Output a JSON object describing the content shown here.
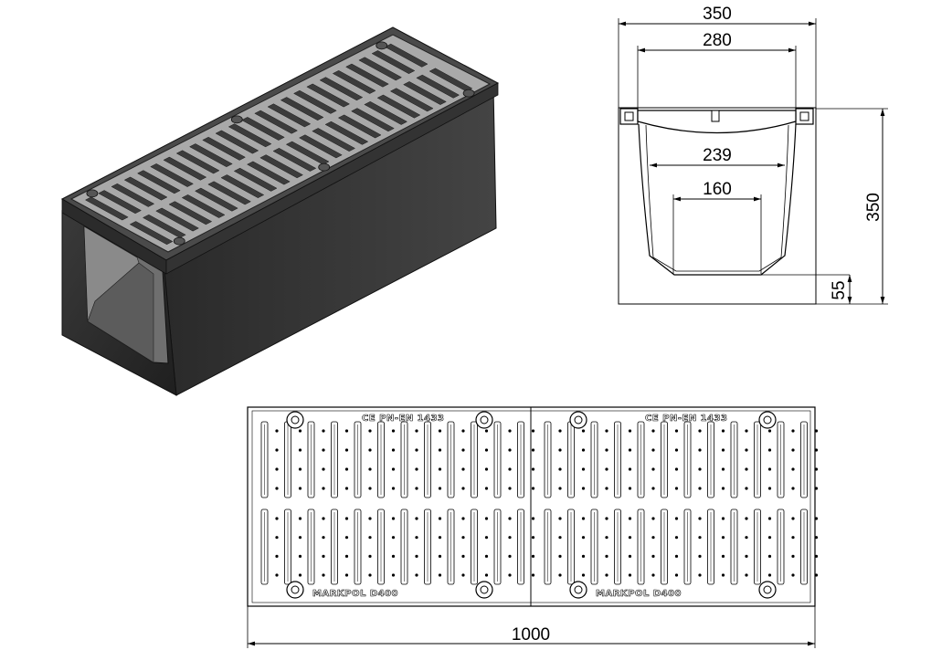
{
  "section_view": {
    "dimensions": {
      "overall_width": "350",
      "grate_width": "280",
      "channel_top_width": "239",
      "channel_bottom_width": "160",
      "overall_height": "350",
      "base_thickness": "55"
    }
  },
  "grate_plan": {
    "length_dimension": "1000",
    "top_markings": [
      "CE  PN-EN  1433",
      "CE  PN-EN  1433"
    ],
    "bottom_markings": [
      "MARKPOL  D400",
      "MARKPOL  D400"
    ]
  },
  "colors": {
    "concrete_front": "#2d2d2d",
    "concrete_side": "#3a3a3a",
    "grate_top": "#a9a9a9",
    "line": "#000000"
  }
}
